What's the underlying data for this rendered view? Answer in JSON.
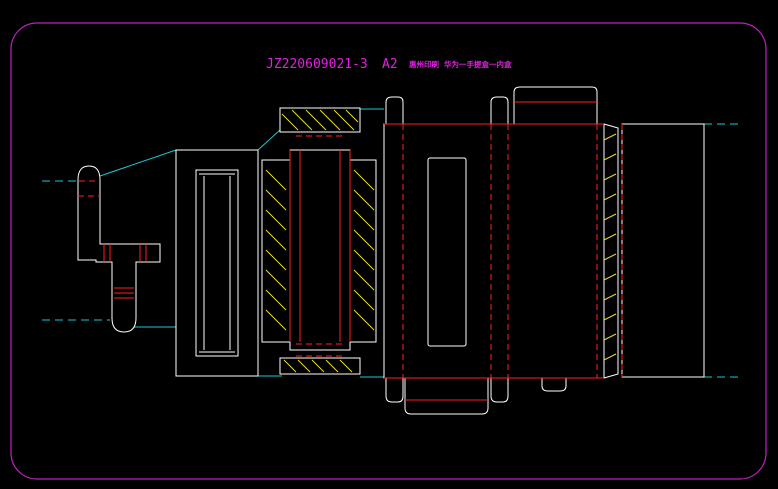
{
  "drawing": {
    "title_code": "JZ220609021-3",
    "title_size": "A2",
    "title_note_1": "惠州印刷",
    "title_note_2": "华为一手提盒一内盒",
    "colors": {
      "background": "#000000",
      "frame": "#c020c0",
      "cut_line": "#ffffff",
      "crease_line": "#ff2020",
      "bleed_line": "#18c8d8",
      "glue_hatch": "#e8e020",
      "title_text": "#e020e0"
    }
  }
}
